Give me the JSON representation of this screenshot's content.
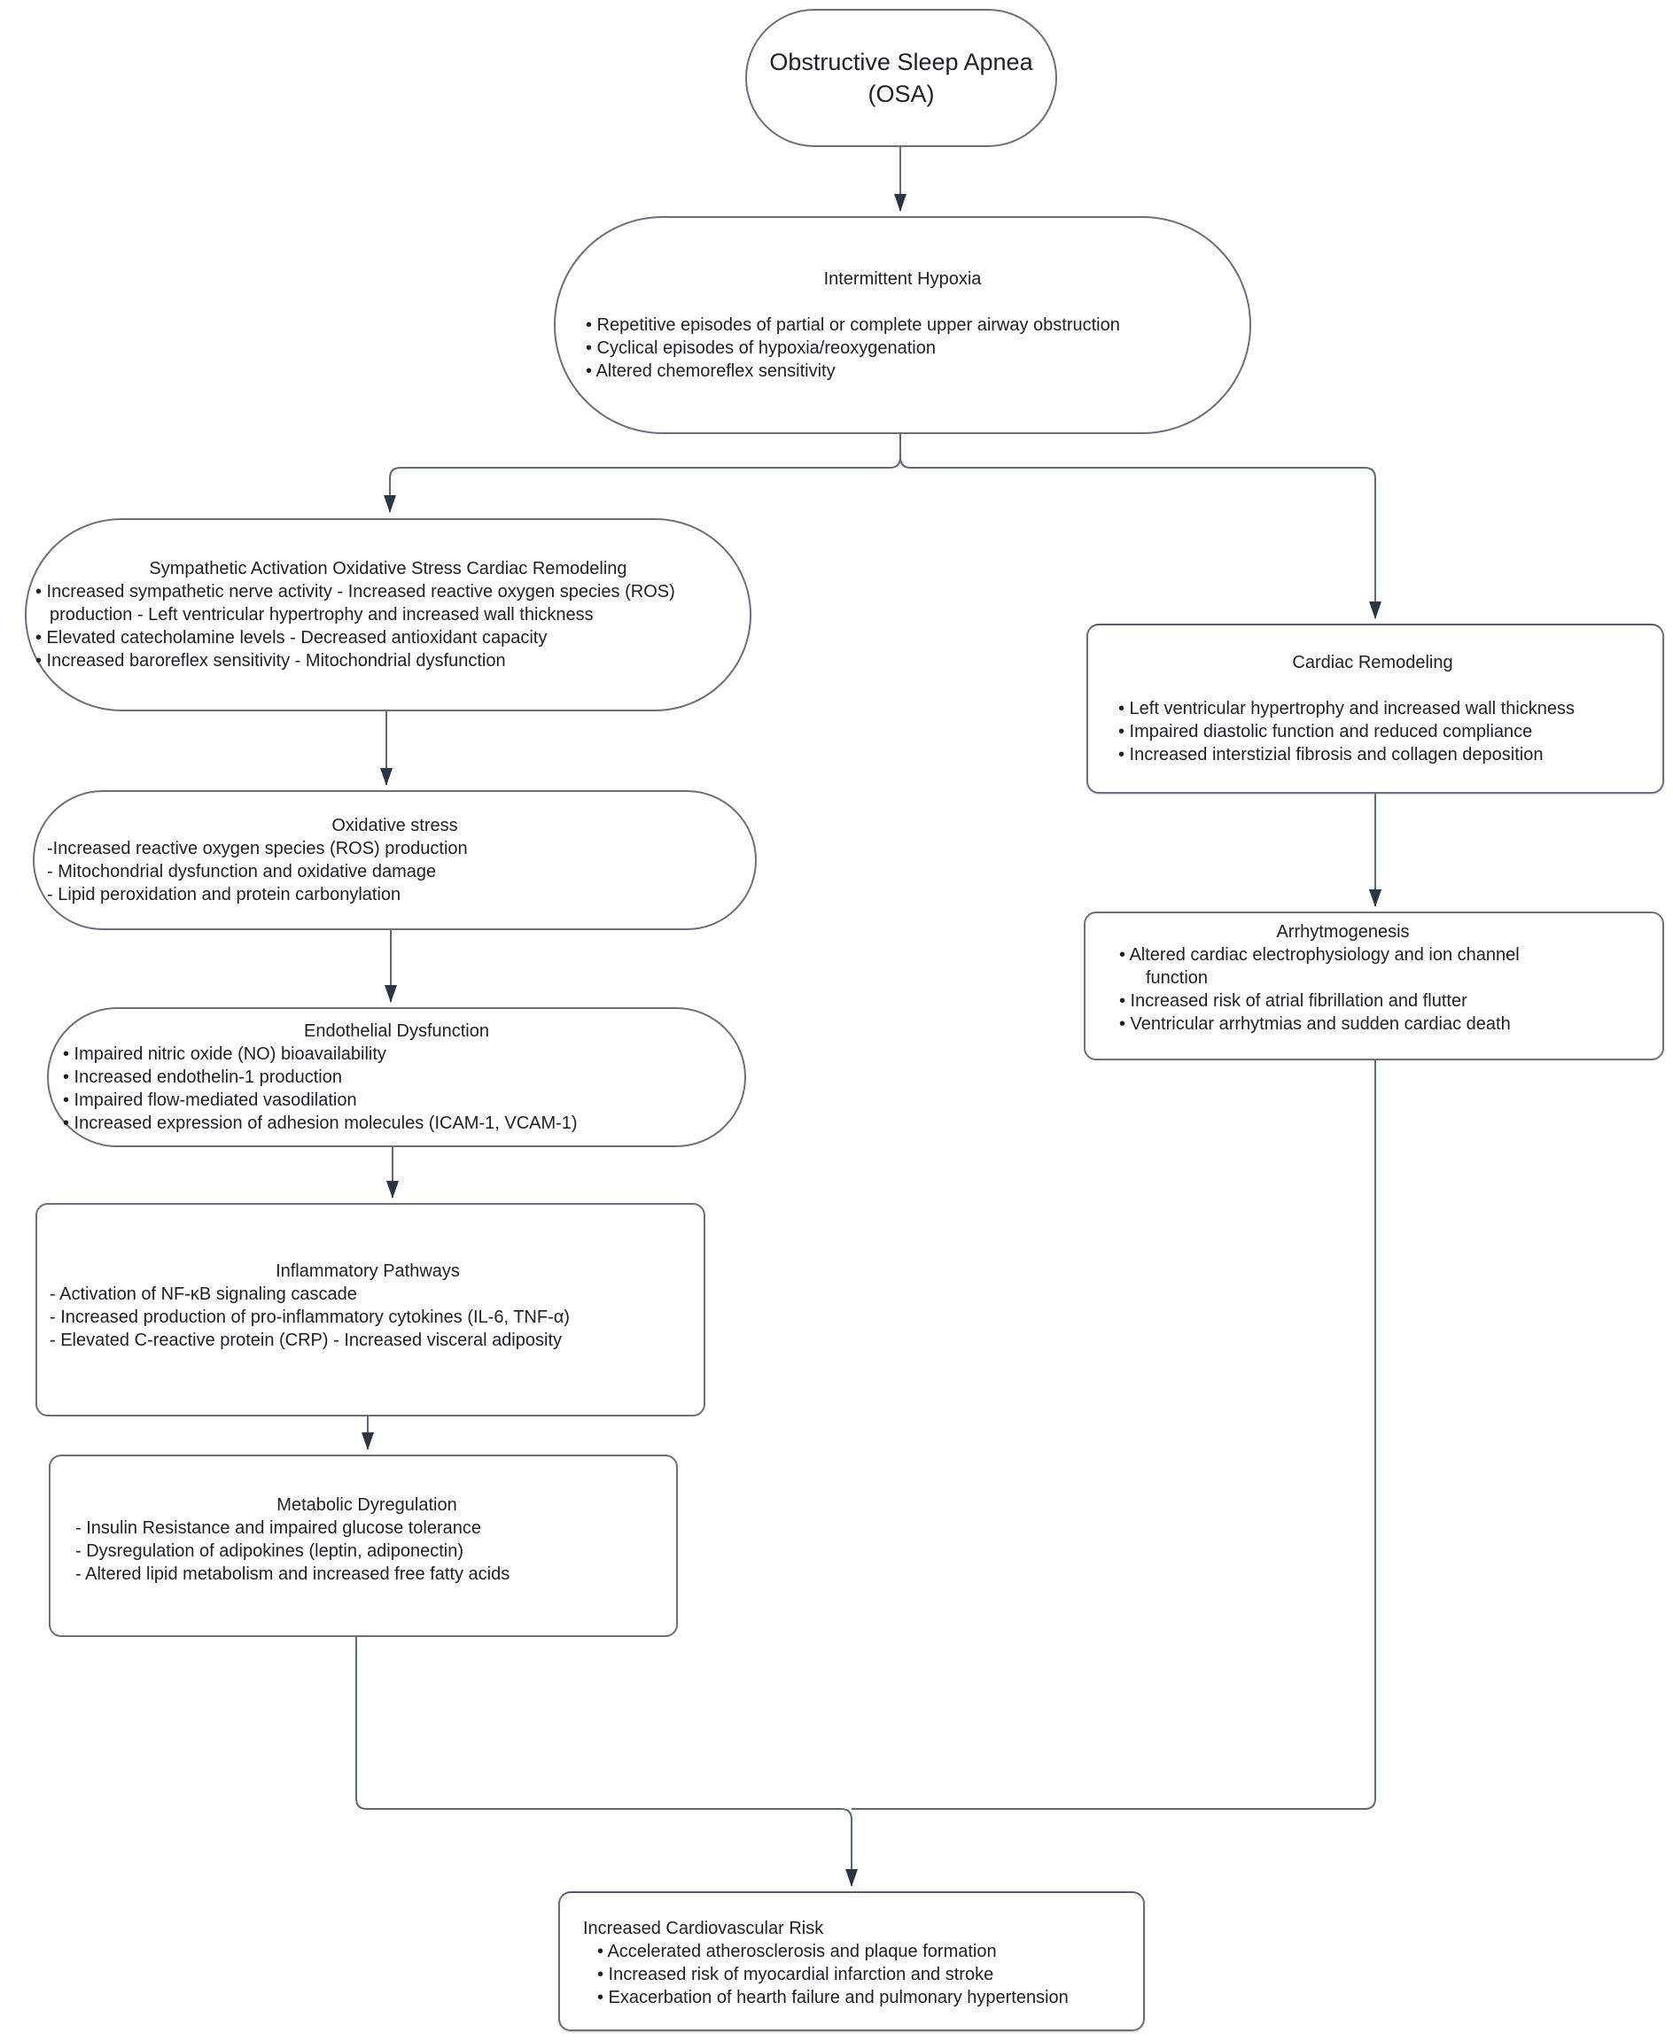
{
  "colors": {
    "background": "#ffffff",
    "node_fill": "#ffffff",
    "node_border": "#6b7079",
    "connector": "#616871",
    "arrowhead": "#2c3542",
    "text": "#1d1f23"
  },
  "nodes": {
    "osa": {
      "title": "Obstructive Sleep Apnea\n(OSA)",
      "bullets": []
    },
    "hypoxia": {
      "title": "Intermittent Hypoxia",
      "bullets": [
        "• Repetitive episodes of partial or complete upper airway obstruction",
        "• Cyclical episodes of hypoxia/reoxygenation",
        "• Altered chemoreflex sensitivity"
      ]
    },
    "sympathetic": {
      "title": "Sympathetic Activation Oxidative Stress Cardiac Remodeling",
      "bullets": [
        "• Increased sympathetic nerve activity - Increased reactive oxygen species (ROS) production - Left ventricular hypertrophy and increased wall thickness",
        "• Elevated catecholamine levels - Decreased antioxidant capacity",
        "• Increased baroreflex sensitivity - Mitochondrial dysfunction"
      ]
    },
    "cardiac": {
      "title": "Cardiac Remodeling",
      "bullets": [
        "• Left ventricular hypertrophy and increased wall thickness",
        "• Impaired diastolic function and reduced compliance",
        "• Increased interstizial fibrosis and collagen deposition"
      ]
    },
    "oxidative": {
      "title": "Oxidative stress",
      "bullets": [
        "-Increased reactive oxygen species (ROS) production",
        "- Mitochondrial dysfunction and oxidative damage",
        "- Lipid peroxidation and protein carbonylation"
      ]
    },
    "arrhythmogenesis": {
      "title": "Arrhytmogenesis",
      "bullets": [
        "• Altered cardiac electrophysiology and ion channel function",
        "• Increased risk of atrial fibrillation and flutter",
        "• Ventricular arrhytmias and sudden cardiac death"
      ]
    },
    "endothelial": {
      "title": "Endothelial Dysfunction",
      "bullets": [
        "• Impaired nitric oxide (NO) bioavailability",
        "• Increased endothelin-1 production",
        "• Impaired flow-mediated vasodilation",
        "• Increased expression of adhesion molecules (ICAM-1, VCAM-1)"
      ]
    },
    "inflammatory": {
      "title": "Inflammatory Pathways",
      "bullets": [
        "- Activation of NF-κB signaling cascade",
        "- Increased production of pro-inflammatory cytokines (IL-6, TNF-α)",
        "- Elevated C-reactive protein (CRP) - Increased visceral adiposity"
      ]
    },
    "metabolic": {
      "title": "Metabolic Dyregulation",
      "bullets": [
        "- Insulin Resistance and impaired glucose tolerance",
        "- Dysregulation of adipokines (leptin, adiponectin)",
        "- Altered lipid metabolism and increased free fatty acids"
      ]
    },
    "risk": {
      "title": "Increased Cardiovascular Risk",
      "bullets": [
        "• Accelerated atherosclerosis and plaque formation",
        "• Increased risk of myocardial infarction and stroke",
        "• Exacerbation of hearth failure and pulmonary hypertension"
      ]
    }
  }
}
